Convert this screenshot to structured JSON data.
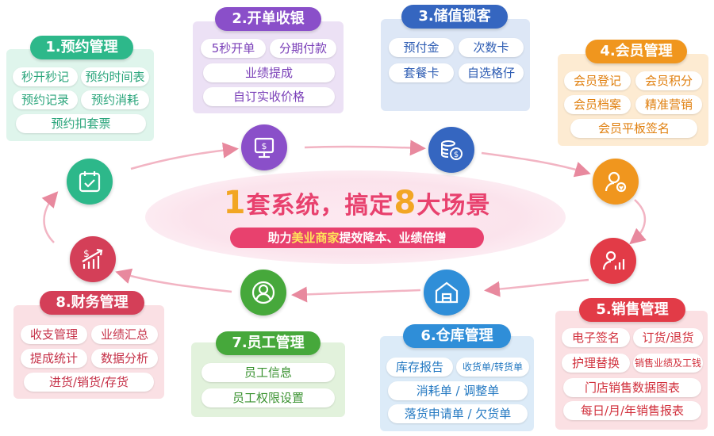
{
  "center": {
    "num1": "1",
    "text1": "套系统，搞定",
    "num2": "8",
    "text2": "大场景",
    "sub_pre": "助力",
    "sub_hl": "美业商家",
    "sub_post": "提效降本、业绩倍增"
  },
  "modules": [
    {
      "title": "1.预约管理",
      "color": "#2db88a",
      "items": [
        "秒开秒记",
        "预约时间表",
        "预约记录",
        "预约消耗",
        "预约扣套票"
      ]
    },
    {
      "title": "2.开单收银",
      "color": "#8a4fc9",
      "items": [
        "5秒开单",
        "分期付款",
        "业绩提成",
        "自订实收价格"
      ]
    },
    {
      "title": "3.储值锁客",
      "color": "#3566c0",
      "items": [
        "预付金",
        "次数卡",
        "套餐卡",
        "自选格仔"
      ]
    },
    {
      "title": "4.会员管理",
      "color": "#f0961e",
      "items": [
        "会员登记",
        "会员积分",
        "会员档案",
        "精准营销",
        "会员平板签名"
      ]
    },
    {
      "title": "5.销售管理",
      "color": "#e23b47",
      "items": [
        "电子签名",
        "订货/退货",
        "护理替换",
        "销售业绩及工钱",
        "门店销售数据图表",
        "每日/月/年销售报表"
      ]
    },
    {
      "title": "6.仓库管理",
      "color": "#2f8ed8",
      "items": [
        "库存报告",
        "收货单/转货单",
        "消耗单 / 调整单",
        "落货申请单 / 欠货单"
      ]
    },
    {
      "title": "7.员工管理",
      "color": "#46a83b",
      "items": [
        "员工信息",
        "员工权限设置"
      ]
    },
    {
      "title": "8.财务管理",
      "color": "#d43f58",
      "items": [
        "收支管理",
        "业绩汇总",
        "提成统计",
        "数据分析",
        "进货/销货/存货"
      ]
    }
  ],
  "icons": [
    {
      "name": "calendar-icon",
      "color": "#2db88a"
    },
    {
      "name": "cashier-icon",
      "color": "#8a4fc9"
    },
    {
      "name": "coins-icon",
      "color": "#3566c0"
    },
    {
      "name": "member-icon",
      "color": "#f0961e"
    },
    {
      "name": "sales-chart-icon",
      "color": "#e23b47"
    },
    {
      "name": "warehouse-icon",
      "color": "#2f8ed8"
    },
    {
      "name": "staff-icon",
      "color": "#46a83b"
    },
    {
      "name": "finance-icon",
      "color": "#d43f58"
    }
  ]
}
